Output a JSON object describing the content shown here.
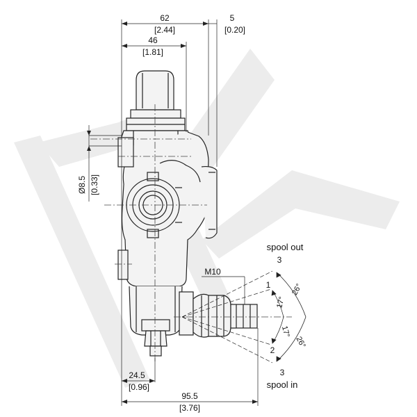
{
  "dimensions": {
    "top_width": {
      "mm": "62",
      "in": "[2.44]"
    },
    "top_offset": {
      "mm": "5",
      "in": "[0.20]"
    },
    "upper_width": {
      "mm": "46",
      "in": "[1.81]"
    },
    "hole_diameter": {
      "mm": "Ø8.5",
      "in": "[0.33]"
    },
    "thread": {
      "label": "M10"
    },
    "bottom_offset": {
      "mm": "24.5",
      "in": "[0.96]"
    },
    "total_length": {
      "mm": "95.5",
      "in": "[3.76]"
    }
  },
  "spool": {
    "out_label": "spool out",
    "in_label": "spool in",
    "positions": {
      "p3_top": "3",
      "p1": "1",
      "p2": "2",
      "p3_bottom": "3"
    },
    "angles": {
      "a26_top": "26°",
      "a17_top": "17°",
      "a17_bottom": "17°",
      "a26_bottom": "26°"
    }
  },
  "colors": {
    "watermark": "#ececec",
    "line": "#222222",
    "body_fill": "#f3f3f3"
  }
}
